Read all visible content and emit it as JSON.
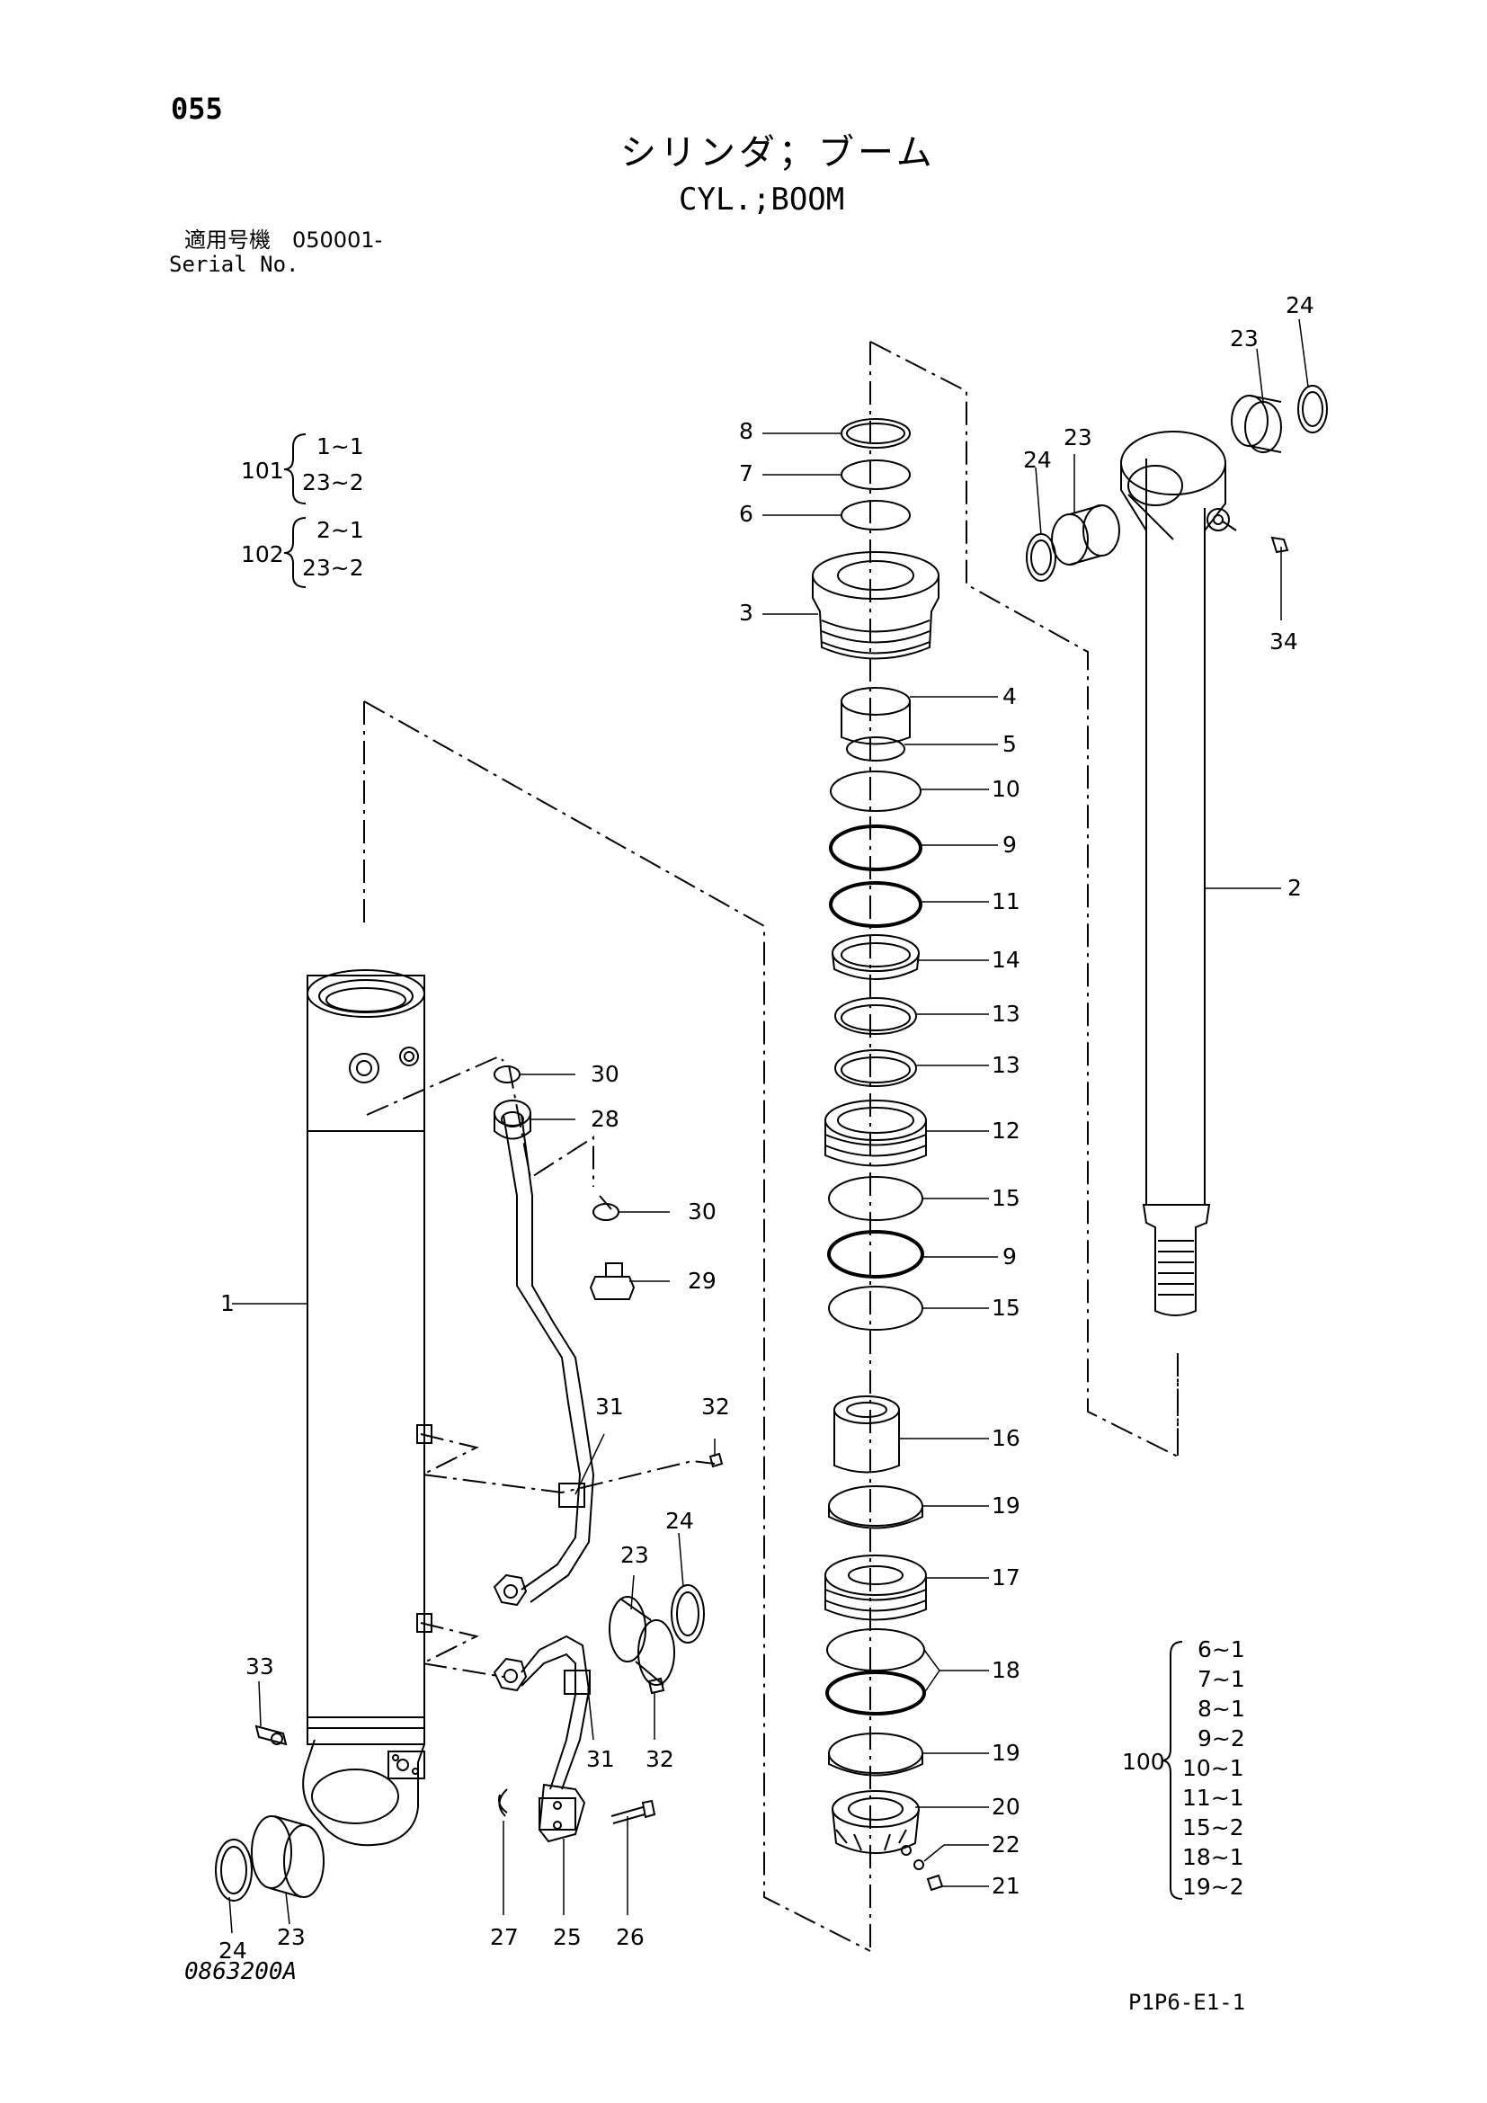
{
  "page_no": "055",
  "title_ja": "シリンダ；ブーム",
  "title_en": "CYL.;BOOM",
  "serial_label_ja": "適用号機　050001-",
  "serial_label_en": "Serial No.",
  "drawing_no": "0863200A",
  "page_ref": "P1P6-E1-1",
  "kits": {
    "k101": {
      "id": "101",
      "lines": [
        "1~1",
        "23~2"
      ]
    },
    "k102": {
      "id": "102",
      "lines": [
        "2~1",
        "23~2"
      ]
    },
    "k100": {
      "id": "100",
      "lines": [
        "6~1",
        "7~1",
        "8~1",
        "9~2",
        "10~1",
        "11~1",
        "15~2",
        "18~1",
        "19~2"
      ]
    }
  },
  "callouts": [
    "1",
    "2",
    "3",
    "4",
    "5",
    "6",
    "7",
    "8",
    "9",
    "10",
    "11",
    "12",
    "13",
    "14",
    "15",
    "16",
    "17",
    "18",
    "19",
    "20",
    "21",
    "22",
    "23",
    "24",
    "25",
    "26",
    "27",
    "28",
    "29",
    "30",
    "31",
    "32",
    "33",
    "34"
  ]
}
